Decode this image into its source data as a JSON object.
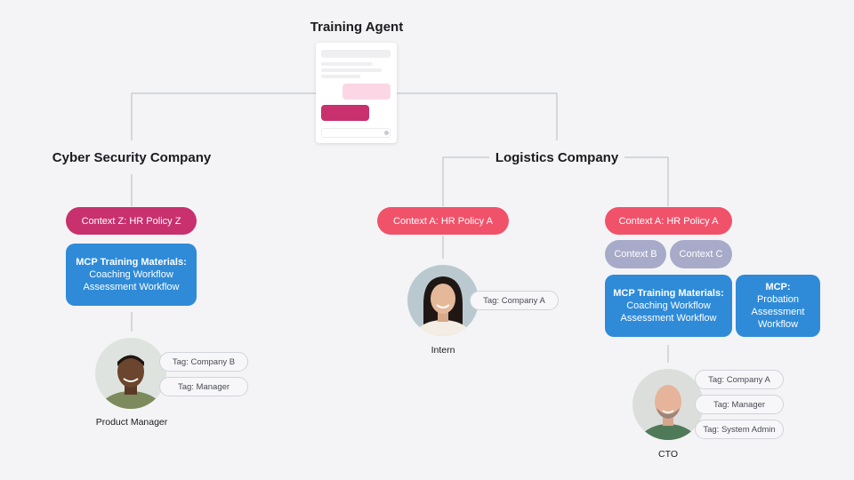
{
  "agent": {
    "title": "Training Agent"
  },
  "cyber": {
    "title": "Cyber Security Company",
    "context": "Context Z: HR Policy Z",
    "materials": {
      "heading": "MCP Training Materials:",
      "line1": "Coaching Workflow",
      "line2": "Assessment Workflow"
    },
    "person": {
      "role": "Product Manager",
      "tags": [
        "Tag: Company B",
        "Tag: Manager"
      ]
    }
  },
  "logistics": {
    "title": "Logistics Company",
    "left": {
      "context": "Context A: HR Policy A",
      "person": {
        "role": "Intern",
        "tags": [
          "Tag: Company A"
        ]
      }
    },
    "right": {
      "context": "Context A: HR Policy A",
      "context_b": "Context B",
      "context_c": "Context C",
      "materials": {
        "heading": "MCP Training Materials:",
        "line1": "Coaching Workflow",
        "line2": "Assessment Workflow"
      },
      "mcp": {
        "heading": "MCP:",
        "line1": "Probation",
        "line2": "Assessment",
        "line3": "Workflow"
      },
      "person": {
        "role": "CTO",
        "tags": [
          "Tag: Company A",
          "Tag: Manager",
          "Tag: System Admin"
        ]
      }
    }
  },
  "colors": {
    "hr_z": "#c8306e",
    "hr_a": "#f0526a",
    "context": "#a7abc9",
    "materials": "#2f8bd8",
    "line": "#b9bac3"
  }
}
